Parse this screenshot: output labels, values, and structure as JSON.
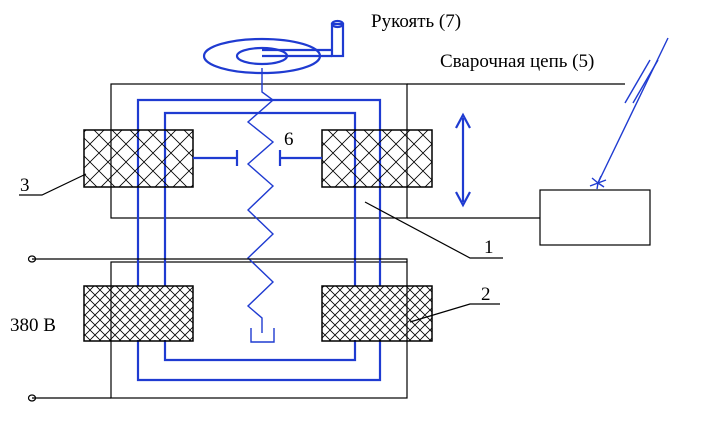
{
  "labels": {
    "handle": "Рукоять (7)",
    "welding_circuit": "Сварочная цепь (5)",
    "voltage": "380 В",
    "num_1": "1",
    "num_2": "2",
    "num_3": "3",
    "num_6": "6"
  },
  "colors": {
    "wire": "#1f3bd1",
    "frame": "#000000",
    "background": "#ffffff"
  }
}
